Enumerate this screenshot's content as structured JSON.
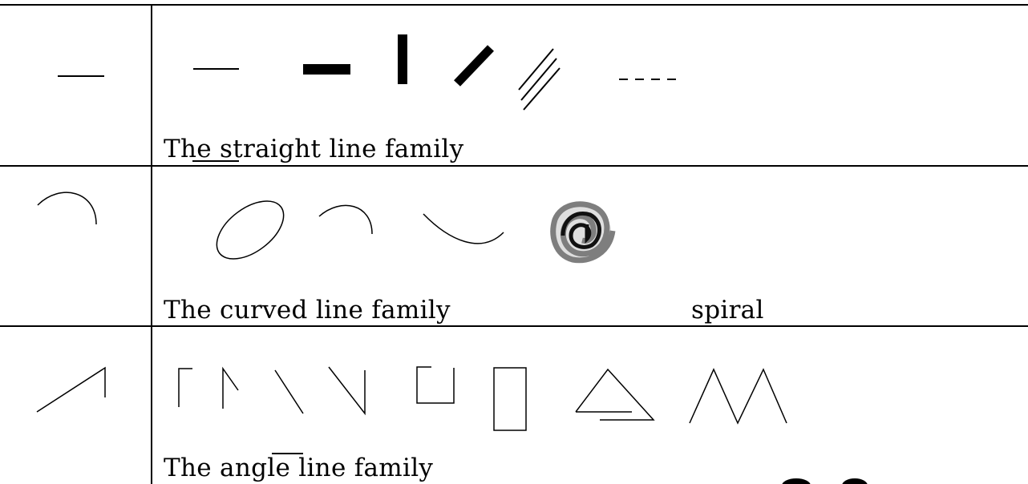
{
  "rows": [
    {
      "family_label": "The straight line family",
      "extra_label": ""
    },
    {
      "family_label": "The curved line family",
      "extra_label": "spiral"
    },
    {
      "family_label": "The angle line family",
      "extra_label": ""
    }
  ],
  "colors": {
    "ink": "#000000",
    "background": "#ffffff",
    "spiral_gray": "#8a8a8a"
  },
  "icons": [
    "spiral-icon"
  ]
}
